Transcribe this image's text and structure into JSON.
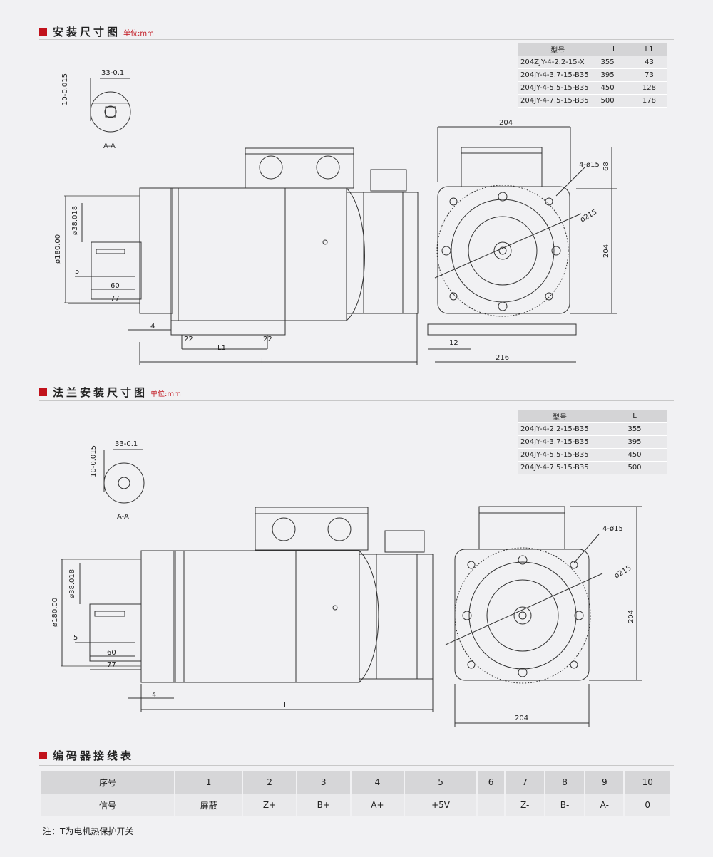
{
  "sections": {
    "s1": {
      "title": "安装尺寸图",
      "unit": "单位:mm"
    },
    "s2": {
      "title": "法兰安装尺寸图",
      "unit": "单位:mm"
    },
    "s3": {
      "title": "编码器接线表"
    }
  },
  "table1": {
    "headers": [
      "型号",
      "L",
      "L1"
    ],
    "rows": [
      [
        "204ZJY-4-2.2-15-X",
        "355",
        "43"
      ],
      [
        "204JY-4-3.7-15-B35",
        "395",
        "73"
      ],
      [
        "204JY-4-5.5-15-B35",
        "450",
        "128"
      ],
      [
        "204JY-4-7.5-15-B35",
        "500",
        "178"
      ]
    ]
  },
  "table2": {
    "headers": [
      "型号",
      "L"
    ],
    "rows": [
      [
        "204JY-4-2.2-15-B35",
        "355"
      ],
      [
        "204JY-4-3.7-15-B35",
        "395"
      ],
      [
        "204JY-4-5.5-15-B35",
        "450"
      ],
      [
        "204JY-4-7.5-15-B35",
        "500"
      ]
    ]
  },
  "dims1": {
    "aa": "A-A",
    "key_w": "33-0.1",
    "key_h": "10-0.015",
    "shaft_d": "ø38.018",
    "flange_d": "ø180.00",
    "d5": "5",
    "d60": "60",
    "d77": "77",
    "d4": "4",
    "d22a": "22",
    "d22b": "22",
    "l1": "L1",
    "l": "L",
    "w204": "204",
    "h68": "68",
    "holes": "4-ø15",
    "d215": "ø215",
    "h204": "204",
    "d12": "12",
    "d216": "216"
  },
  "dims2": {
    "aa": "A-A",
    "key_w": "33-0.1",
    "key_h": "10-0.015",
    "shaft_d": "ø38.018",
    "flange_d": "ø180.00",
    "d5": "5",
    "d60": "60",
    "d77": "77",
    "d4": "4",
    "l": "L",
    "holes": "4-ø15",
    "d215": "ø215",
    "h204": "204",
    "w204": "204"
  },
  "encoder": {
    "header": [
      "序号",
      "1",
      "2",
      "3",
      "4",
      "5",
      "6",
      "7",
      "8",
      "9",
      "10"
    ],
    "values": [
      "信号",
      "屏蔽",
      "Z+",
      "B+",
      "A+",
      "+5V",
      "",
      "Z-",
      "B-",
      "A-",
      "0"
    ]
  },
  "note": "注：T为电机热保护开关"
}
